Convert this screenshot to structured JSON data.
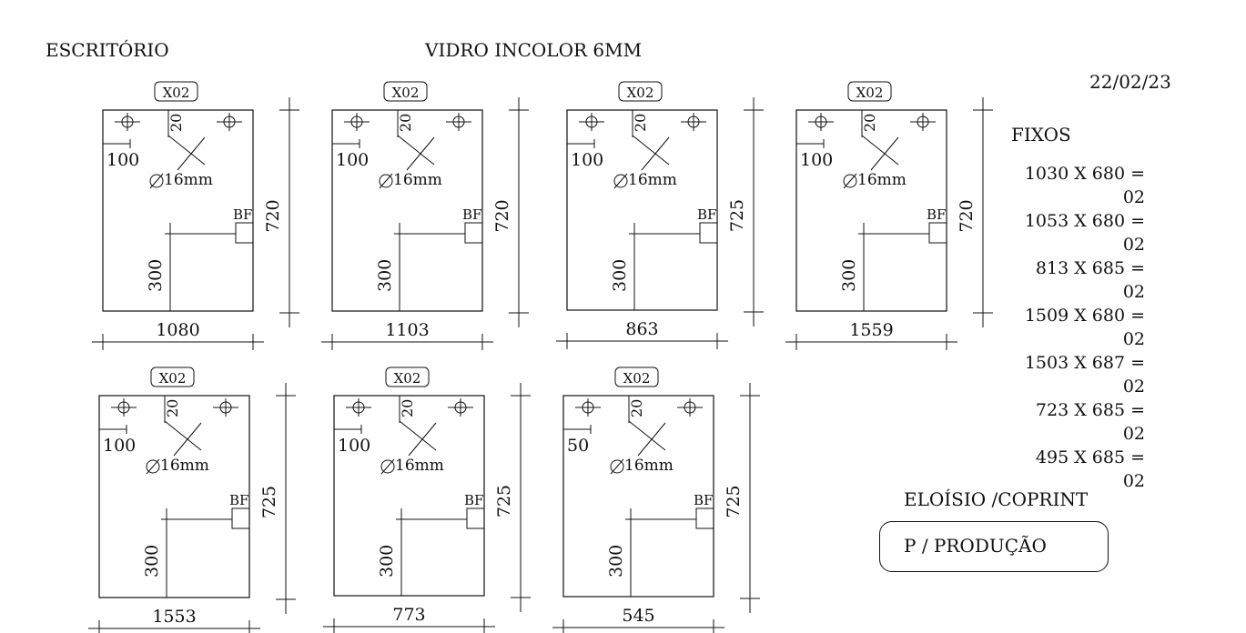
{
  "header": {
    "location": "ESCRITÓRIO",
    "material": "VIDRO INCOLOR 6MM",
    "date": "22/02/23"
  },
  "fixos": {
    "title": "FIXOS",
    "items": [
      "1030 X 680 = 02",
      "1053 X 680 = 02",
      "813 X 685 = 02",
      "1509 X 680 = 02",
      "1503 X 687 = 02",
      "723 X 685 = 02",
      "495 X 685 = 02"
    ]
  },
  "footer": {
    "author": "ELOÍSIO /COPRINT",
    "status": "P / PRODUÇÃO"
  },
  "common": {
    "qty_tag": "X02",
    "hole_offset": "20",
    "hole_diameter": "16mm",
    "bf_label": "BF",
    "bf_height": "300"
  },
  "panels": [
    {
      "width": "1080",
      "height": "720",
      "side_offset": "100"
    },
    {
      "width": "1103",
      "height": "720",
      "side_offset": "100"
    },
    {
      "width": "863",
      "height": "725",
      "side_offset": "100"
    },
    {
      "width": "1559",
      "height": "720",
      "side_offset": "100"
    },
    {
      "width": "1553",
      "height": "725",
      "side_offset": "100"
    },
    {
      "width": "773",
      "height": "725",
      "side_offset": "100"
    },
    {
      "width": "545",
      "height": "725",
      "side_offset": "50"
    }
  ]
}
